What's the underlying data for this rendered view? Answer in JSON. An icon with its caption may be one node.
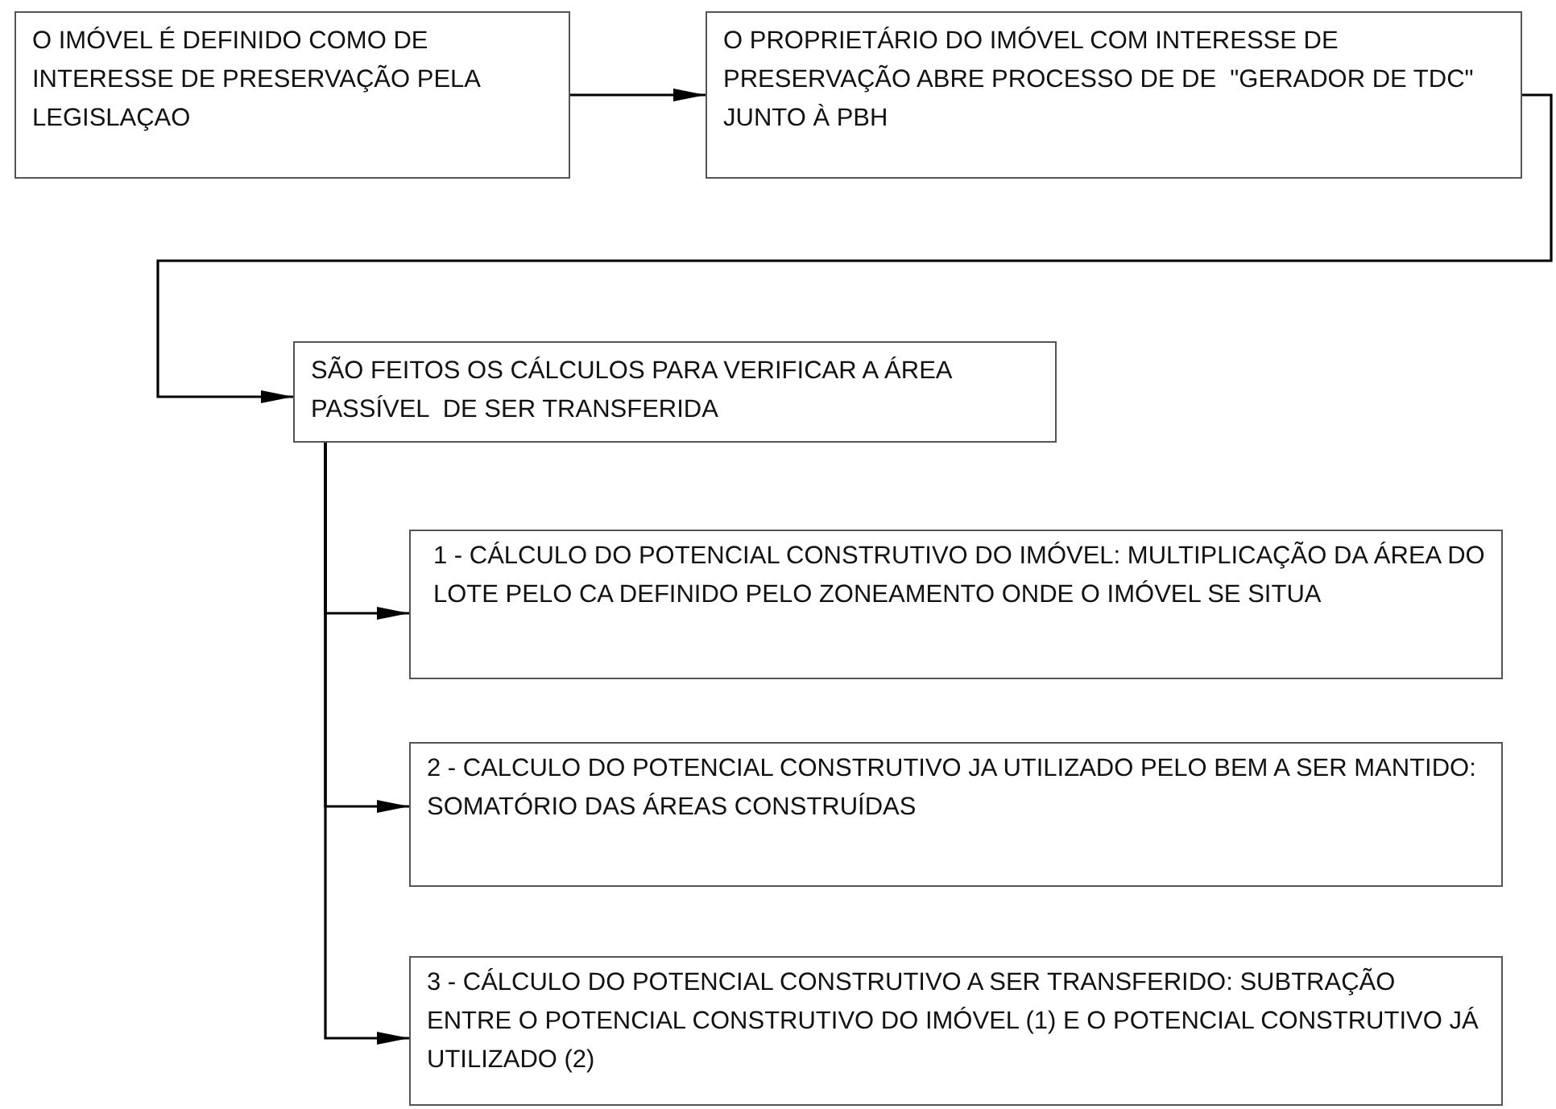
{
  "diagram": {
    "nodes": [
      {
        "text": [
          "O IMÓVEL É DEFINIDO COMO DE INTERESSE DE PRESERVAÇÃO PELA LEGISLAÇAO"
        ]
      },
      {
        "text": [
          "O PROPRIETÁRIO DO IMÓVEL COM INTERESSE DE PRESERVAÇÃO ABRE PROCESSO DE DE  \"GERADOR DE TDC\" JUNTO À PBH"
        ]
      },
      {
        "text": [
          "SÃO FEITOS OS CÁLCULOS PARA VERIFICAR A ÁREA PASSÍVEL  DE SER TRANSFERIDA"
        ]
      },
      {
        "text": [
          "1 - CÁLCULO DO POTENCIAL CONSTRUTIVO DO IMÓVEL: MULTIPLICAÇÃO DA ÁREA DO LOTE PELO CA DEFINIDO PELO ZONEAMENTO ONDE O IMÓVEL SE SITUA"
        ]
      },
      {
        "text": [
          "2 - CALCULO DO POTENCIAL CONSTRUTIVO JA UTILIZADO PELO BEM A SER MANTIDO: SOMATÓRIO DAS ÁREAS CONSTRUÍDAS"
        ]
      },
      {
        "text": [
          "3 - CÁLCULO DO POTENCIAL CONSTRUTIVO A SER TRANSFERIDO: SUBTRAÇÃO ENTRE O POTENCIAL CONSTRUTIVO DO IMÓVEL (1) E O POTENCIAL CONSTRUTIVO JÁ UTILIZADO (2)"
        ]
      }
    ],
    "edges": [
      {
        "from": 0,
        "to": 1,
        "arrow": "to"
      },
      {
        "from": 1,
        "to": 2,
        "arrow": "to"
      },
      {
        "from": 2,
        "to": 3,
        "arrow": "to"
      },
      {
        "from": 2,
        "to": 4,
        "arrow": "to"
      },
      {
        "from": 2,
        "to": 5,
        "arrow": "to"
      }
    ]
  }
}
